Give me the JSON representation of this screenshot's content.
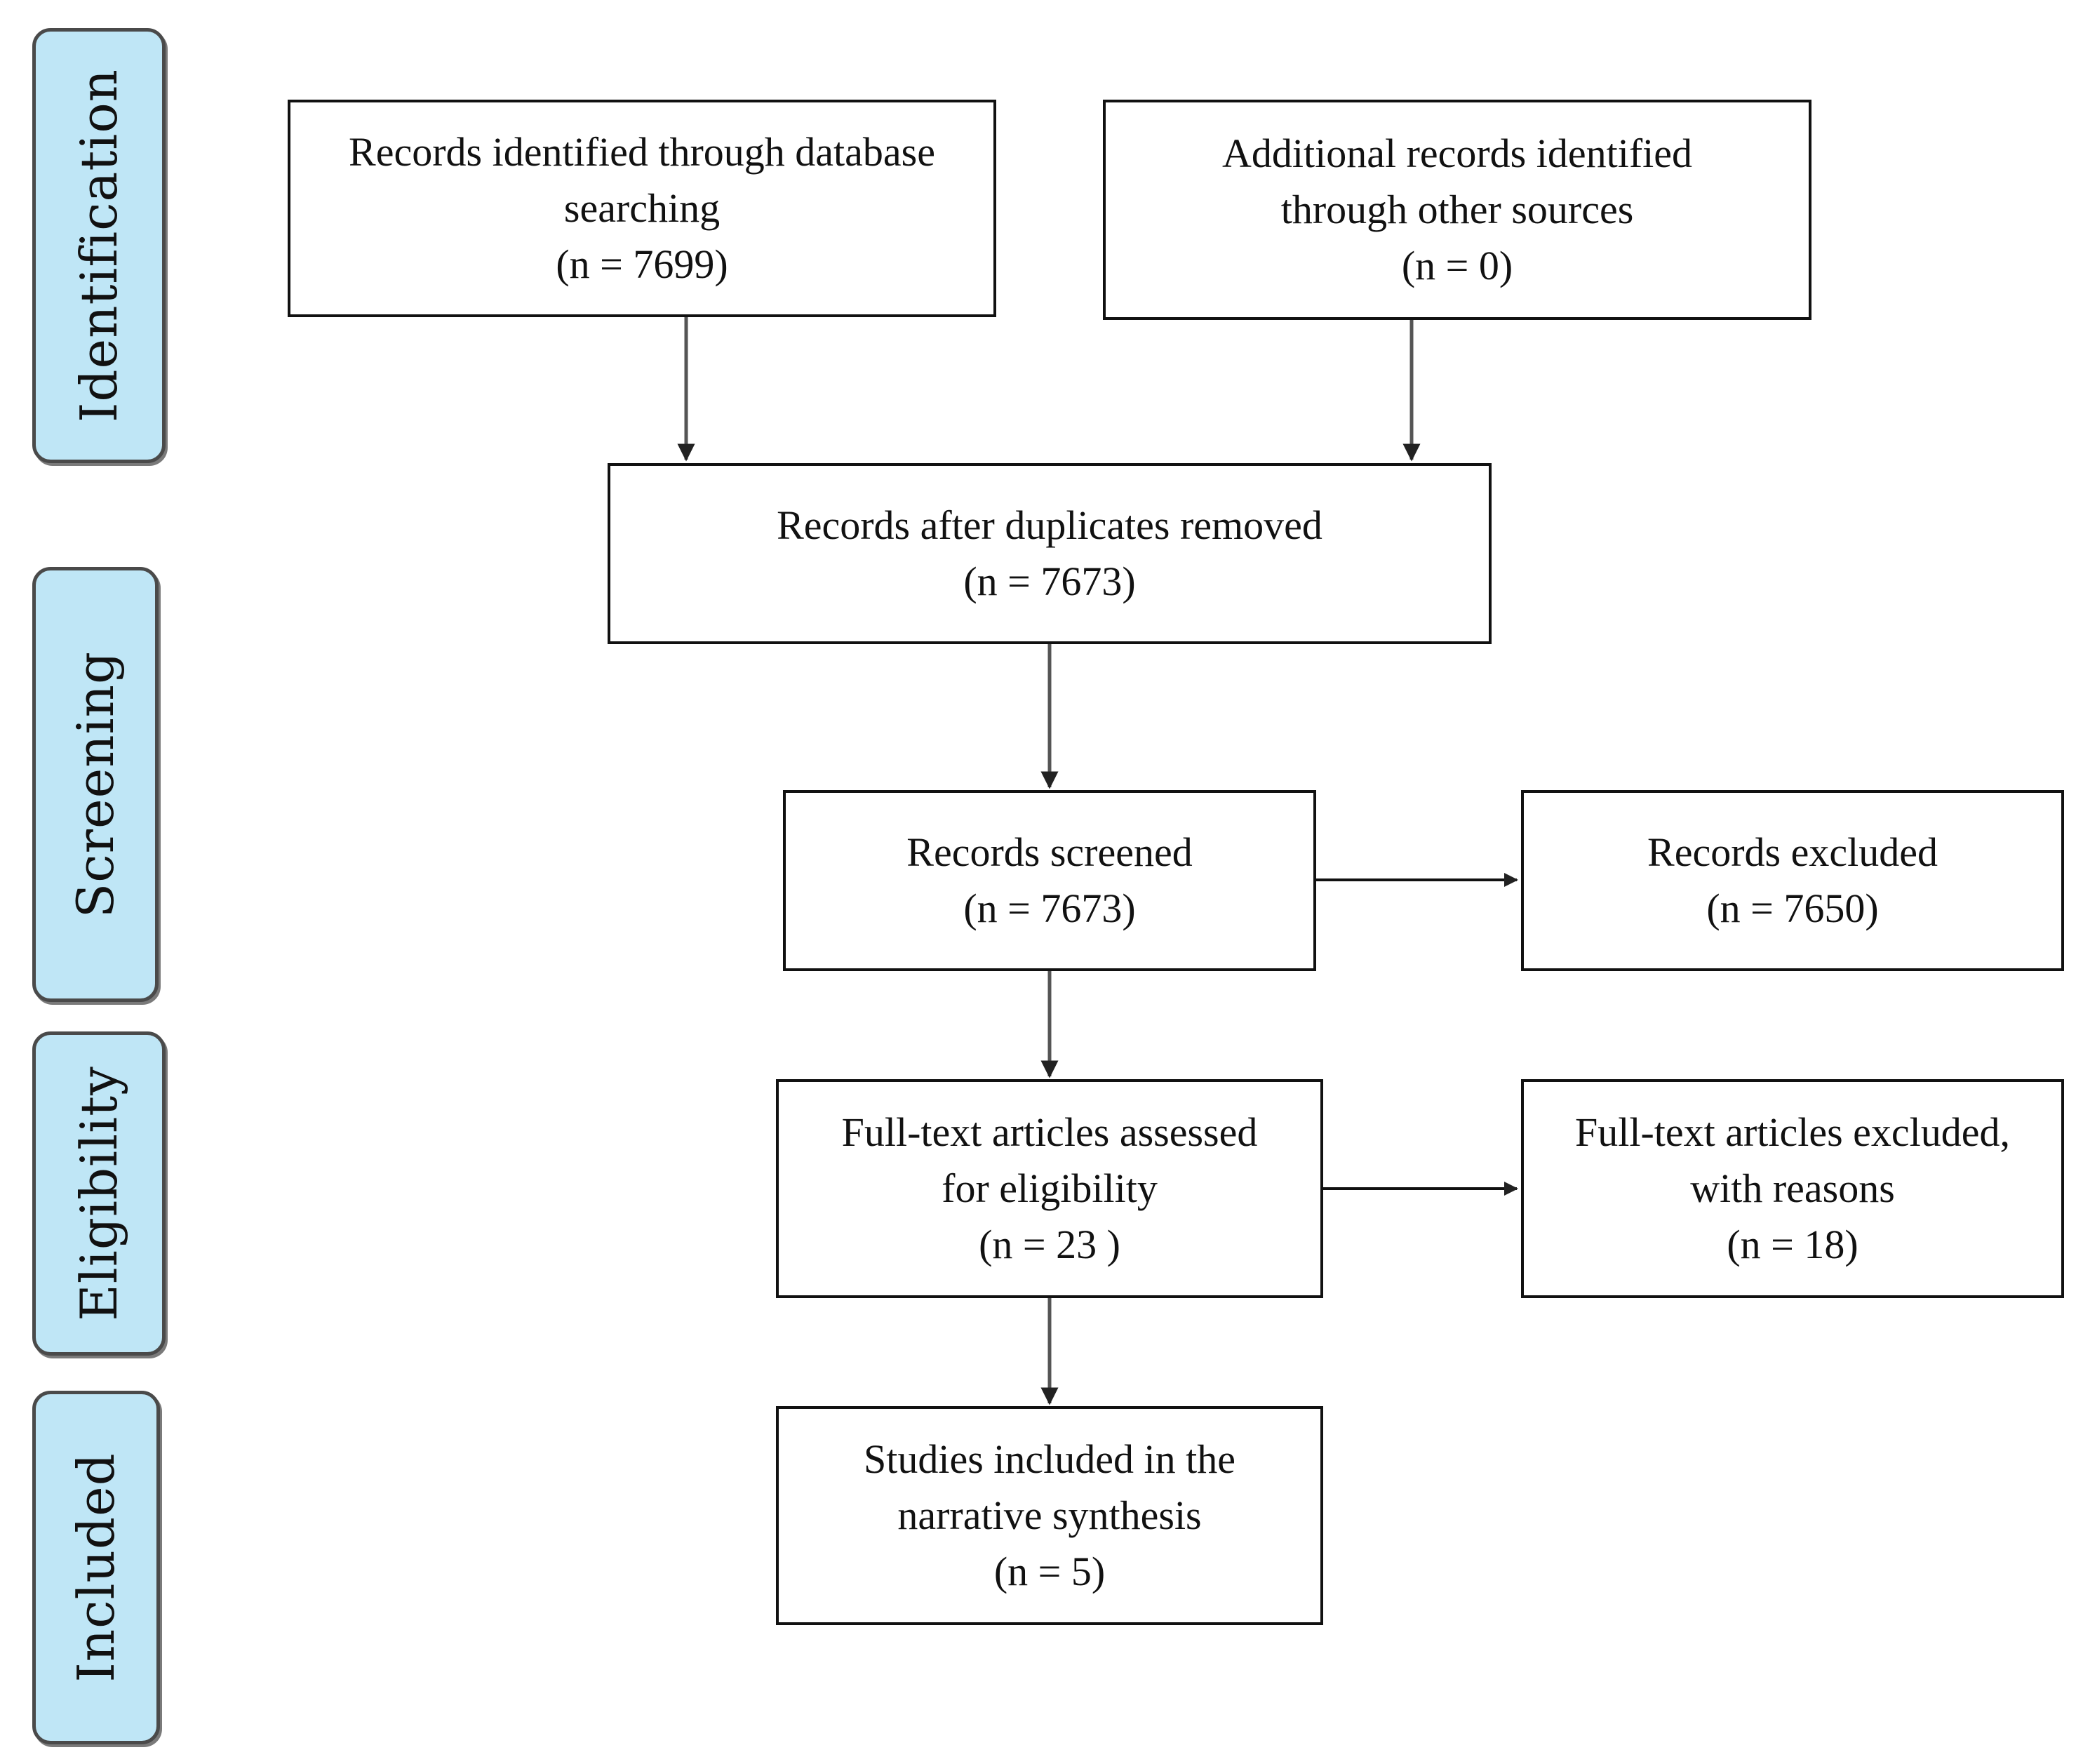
{
  "stages": {
    "identification": "Identification",
    "screening": "Screening",
    "eligibility": "Eligibility",
    "included": "Included"
  },
  "boxes": {
    "db_search": "Records identified through database\nsearching\n(n = 7699)",
    "other_sources": "Additional records identified\nthrough other sources\n(n =  0)",
    "after_duplicates": "Records after duplicates removed\n(n = 7673)",
    "screened": "Records screened\n(n = 7673)",
    "excluded": "Records excluded\n(n = 7650)",
    "fulltext_assessed": "Full-text articles assessed\nfor eligibility\n(n =  23 )",
    "fulltext_excluded": "Full-text articles excluded,\nwith reasons\n(n = 18)",
    "included_studies": "Studies included in the\nnarrative synthesis\n(n =  5)"
  }
}
